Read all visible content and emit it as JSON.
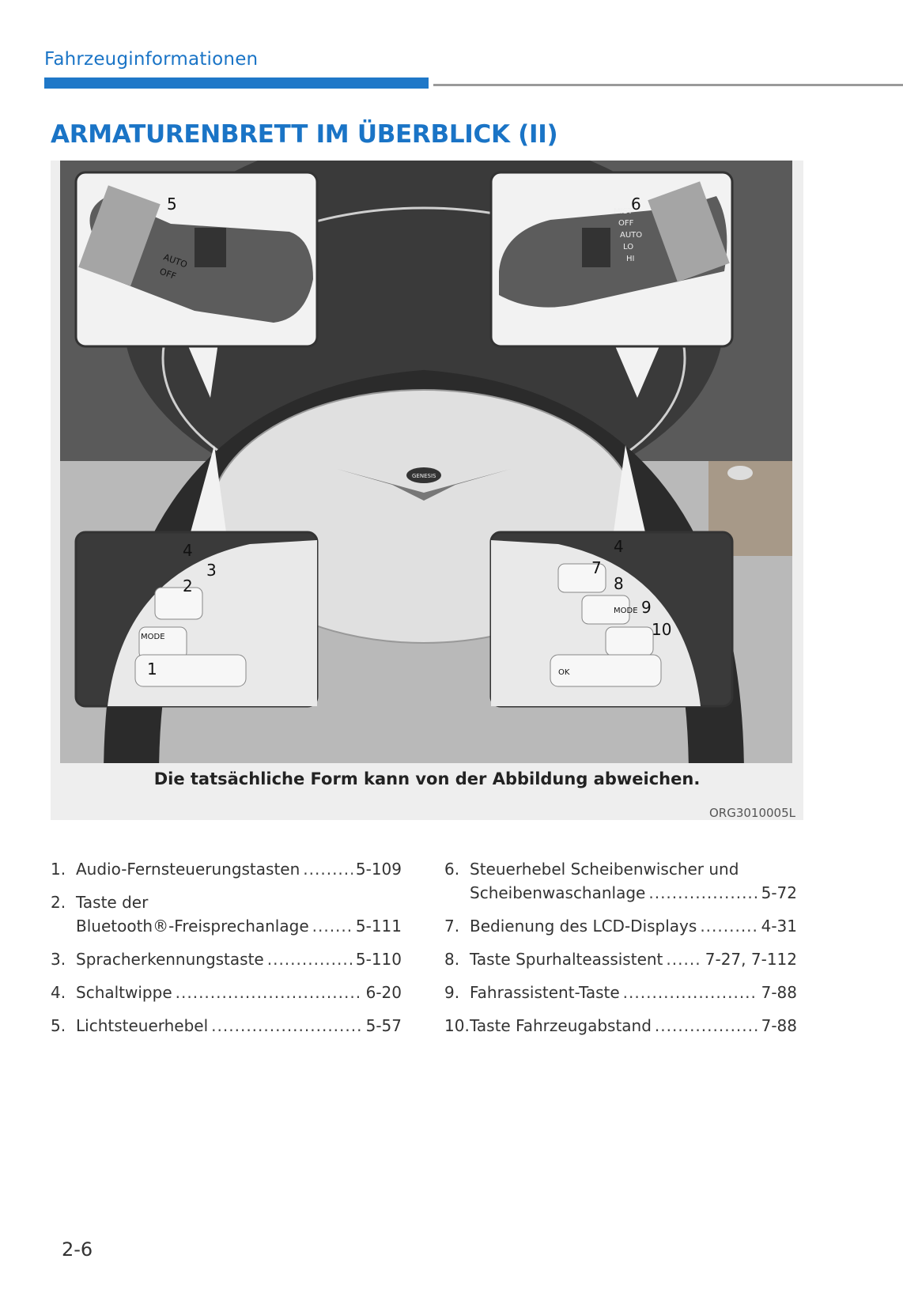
{
  "header": {
    "section": "Fahrzeuginformationen",
    "title": "ARMATURENBRETT IM ÜBERBLICK (II)"
  },
  "figure": {
    "caption": "Die tatsächliche Form kann von der Abbildung abweichen.",
    "code": "ORG3010005L",
    "callouts": [
      "1",
      "2",
      "3",
      "4",
      "4",
      "5",
      "6",
      "7",
      "8",
      "9",
      "10"
    ],
    "panel_labels": {
      "light_auto": "AUTO",
      "light_off": "OFF",
      "wiper_mist": "MIST",
      "wiper_off": "OFF",
      "wiper_auto": "AUTO",
      "wiper_lo": "LO",
      "wiper_hi": "HI",
      "mode": "MODE",
      "ok": "OK",
      "brand": "GENESIS"
    }
  },
  "list_left": [
    {
      "num": "1.",
      "lines": [],
      "last": "Audio-Fernsteuerungstasten",
      "page": "5-109"
    },
    {
      "num": "2.",
      "lines": [
        "Taste der"
      ],
      "last": "Bluetooth®-Freisprechanlage",
      "page": "5-111"
    },
    {
      "num": "3.",
      "lines": [],
      "last": "Spracherkennungstaste",
      "page": "5-110"
    },
    {
      "num": "4.",
      "lines": [],
      "last": "Schaltwippe",
      "page": "6-20"
    },
    {
      "num": "5.",
      "lines": [],
      "last": "Lichtsteuerhebel",
      "page": "5-57"
    }
  ],
  "list_right": [
    {
      "num": "6.",
      "lines": [
        "Steuerhebel Scheibenwischer und"
      ],
      "last": "Scheibenwaschanlage",
      "page": "5-72"
    },
    {
      "num": "7.",
      "lines": [],
      "last": "Bedienung des LCD-Displays",
      "page": "4-31"
    },
    {
      "num": "8.",
      "lines": [],
      "last": "Taste Spurhalteassistent",
      "page": "7-27, 7-112"
    },
    {
      "num": "9.",
      "lines": [],
      "last": "Fahrassistent-Taste",
      "page": "7-88"
    },
    {
      "num": "10.",
      "lines": [],
      "last": "Taste Fahrzeugabstand",
      "page": "7-88"
    }
  ],
  "page_number": "2-6"
}
